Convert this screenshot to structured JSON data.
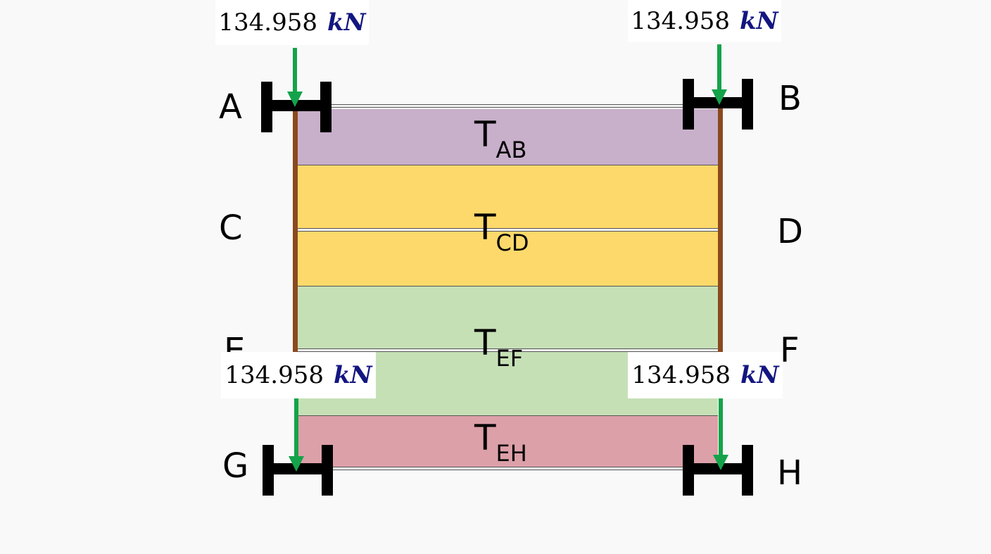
{
  "points": {
    "A": "A",
    "B": "B",
    "C": "C",
    "D": "D",
    "E": "E",
    "F": "F",
    "G": "G",
    "H": "H"
  },
  "tensions": {
    "ab": {
      "main": "T",
      "sub": "AB"
    },
    "cd": {
      "main": "T",
      "sub": "CD"
    },
    "ef": {
      "main": "T",
      "sub": "EF"
    },
    "eh": {
      "main": "T",
      "sub": "EH"
    }
  },
  "loads": {
    "top_left": {
      "value": "134.958",
      "unit": "kN"
    },
    "top_right": {
      "value": "134.958",
      "unit": "kN"
    },
    "bottom_left": {
      "value": "134.958",
      "unit": "kN"
    },
    "bottom_right": {
      "value": "134.958",
      "unit": "kN"
    }
  },
  "colors": {
    "band_ab": "#c8afca",
    "band_cd": "#fdd96b",
    "band_ef": "#c6e0b6",
    "band_eh": "#dca0a8",
    "post": "#8a4a1e",
    "arrow": "#14a34a",
    "unit_text": "#131680"
  }
}
